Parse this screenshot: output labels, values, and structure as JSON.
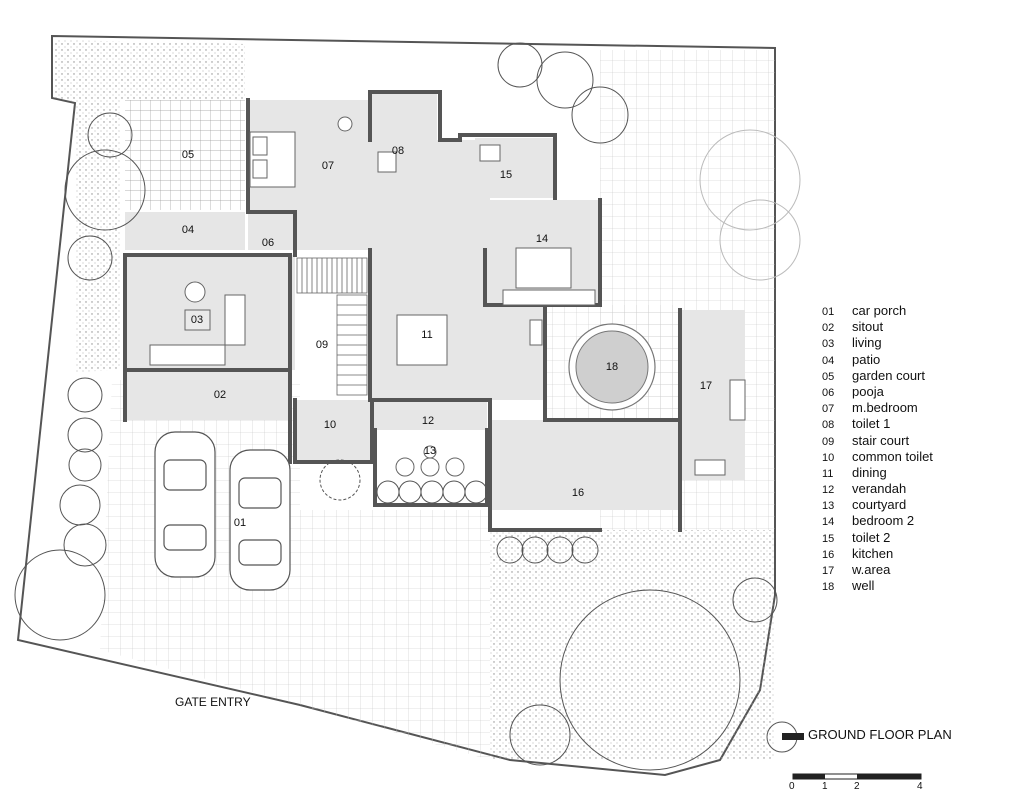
{
  "diagram": {
    "title": "GROUND FLOOR PLAN",
    "gate_label": "GATE ENTRY",
    "scale_ticks": [
      "0",
      "1",
      "2",
      "4"
    ],
    "room_labels": [
      "01",
      "02",
      "03",
      "04",
      "05",
      "06",
      "07",
      "08",
      "09",
      "10",
      "11",
      "12",
      "13",
      "14",
      "15",
      "16",
      "17",
      "18"
    ],
    "legend": [
      {
        "num": "01",
        "name": "car porch"
      },
      {
        "num": "02",
        "name": "sitout"
      },
      {
        "num": "03",
        "name": "living"
      },
      {
        "num": "04",
        "name": "patio"
      },
      {
        "num": "05",
        "name": "garden court"
      },
      {
        "num": "06",
        "name": "pooja"
      },
      {
        "num": "07",
        "name": "m.bedroom"
      },
      {
        "num": "08",
        "name": "toilet 1"
      },
      {
        "num": "09",
        "name": "stair court"
      },
      {
        "num": "10",
        "name": "common toilet"
      },
      {
        "num": "11",
        "name": "dining"
      },
      {
        "num": "12",
        "name": "verandah"
      },
      {
        "num": "13",
        "name": "courtyard"
      },
      {
        "num": "14",
        "name": "bedroom 2"
      },
      {
        "num": "15",
        "name": "toilet 2"
      },
      {
        "num": "16",
        "name": "kitchen"
      },
      {
        "num": "17",
        "name": "w.area"
      },
      {
        "num": "18",
        "name": "well"
      }
    ],
    "colors": {
      "wall": "#555555",
      "floor": "#e6e6e6",
      "grid": "#bdbdbd",
      "tree": "#444444"
    }
  }
}
